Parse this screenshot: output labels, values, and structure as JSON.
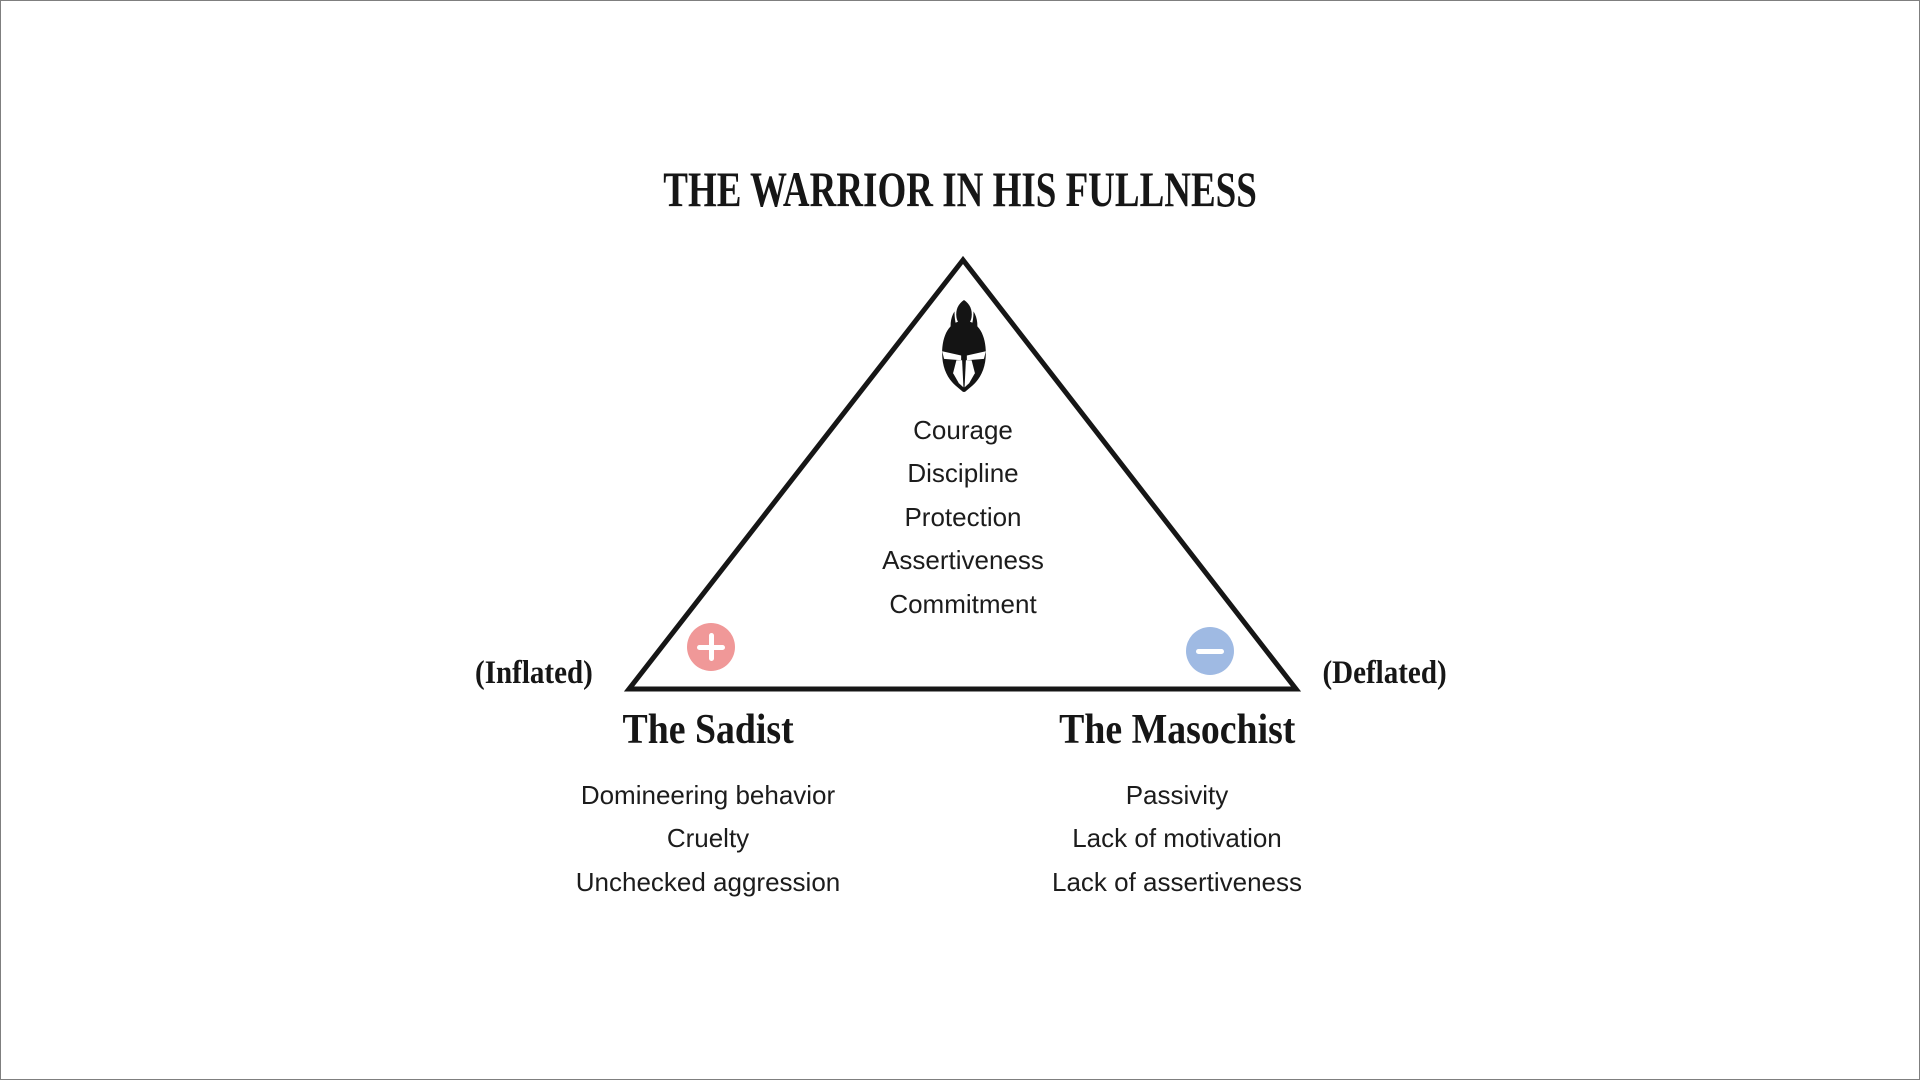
{
  "title": "THE WARRIOR IN HIS FULLNESS",
  "triangle": {
    "icon": "spartan-helmet-icon",
    "outline_color": "#161616",
    "traits": [
      "Courage",
      "Discipline",
      "Protection",
      "Assertiveness",
      "Commitment"
    ]
  },
  "poles": {
    "inflated": {
      "label": "(Inflated)",
      "sign": "plus-icon",
      "color": "#F09898"
    },
    "deflated": {
      "label": "(Deflated)",
      "sign": "minus-icon",
      "color": "#9FBAE3"
    }
  },
  "shadows": [
    {
      "name": "The Sadist",
      "traits": [
        "Domineering behavior",
        "Cruelty",
        "Unchecked aggression"
      ]
    },
    {
      "name": "The Masochist",
      "traits": [
        "Passivity",
        "Lack of motivation",
        "Lack of assertiveness"
      ]
    }
  ]
}
